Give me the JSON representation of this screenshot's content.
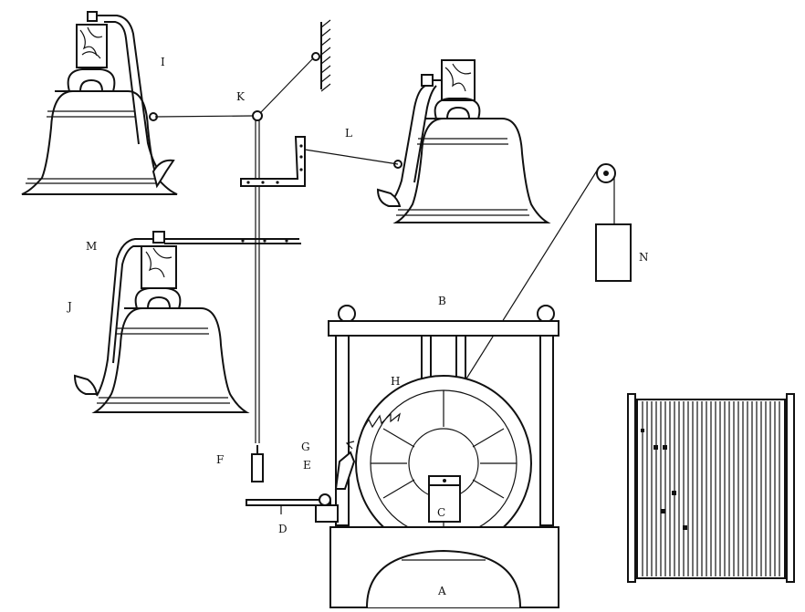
{
  "labels": {
    "I": "I",
    "K": "K",
    "L": "L",
    "M": "M",
    "J": "J",
    "N": "N",
    "B": "B",
    "H": "H",
    "G": "G",
    "E": "E",
    "F": "F",
    "D": "D",
    "C": "C",
    "A": "A"
  },
  "colors": {
    "ink": "#111111",
    "paper": "#ffffff"
  }
}
